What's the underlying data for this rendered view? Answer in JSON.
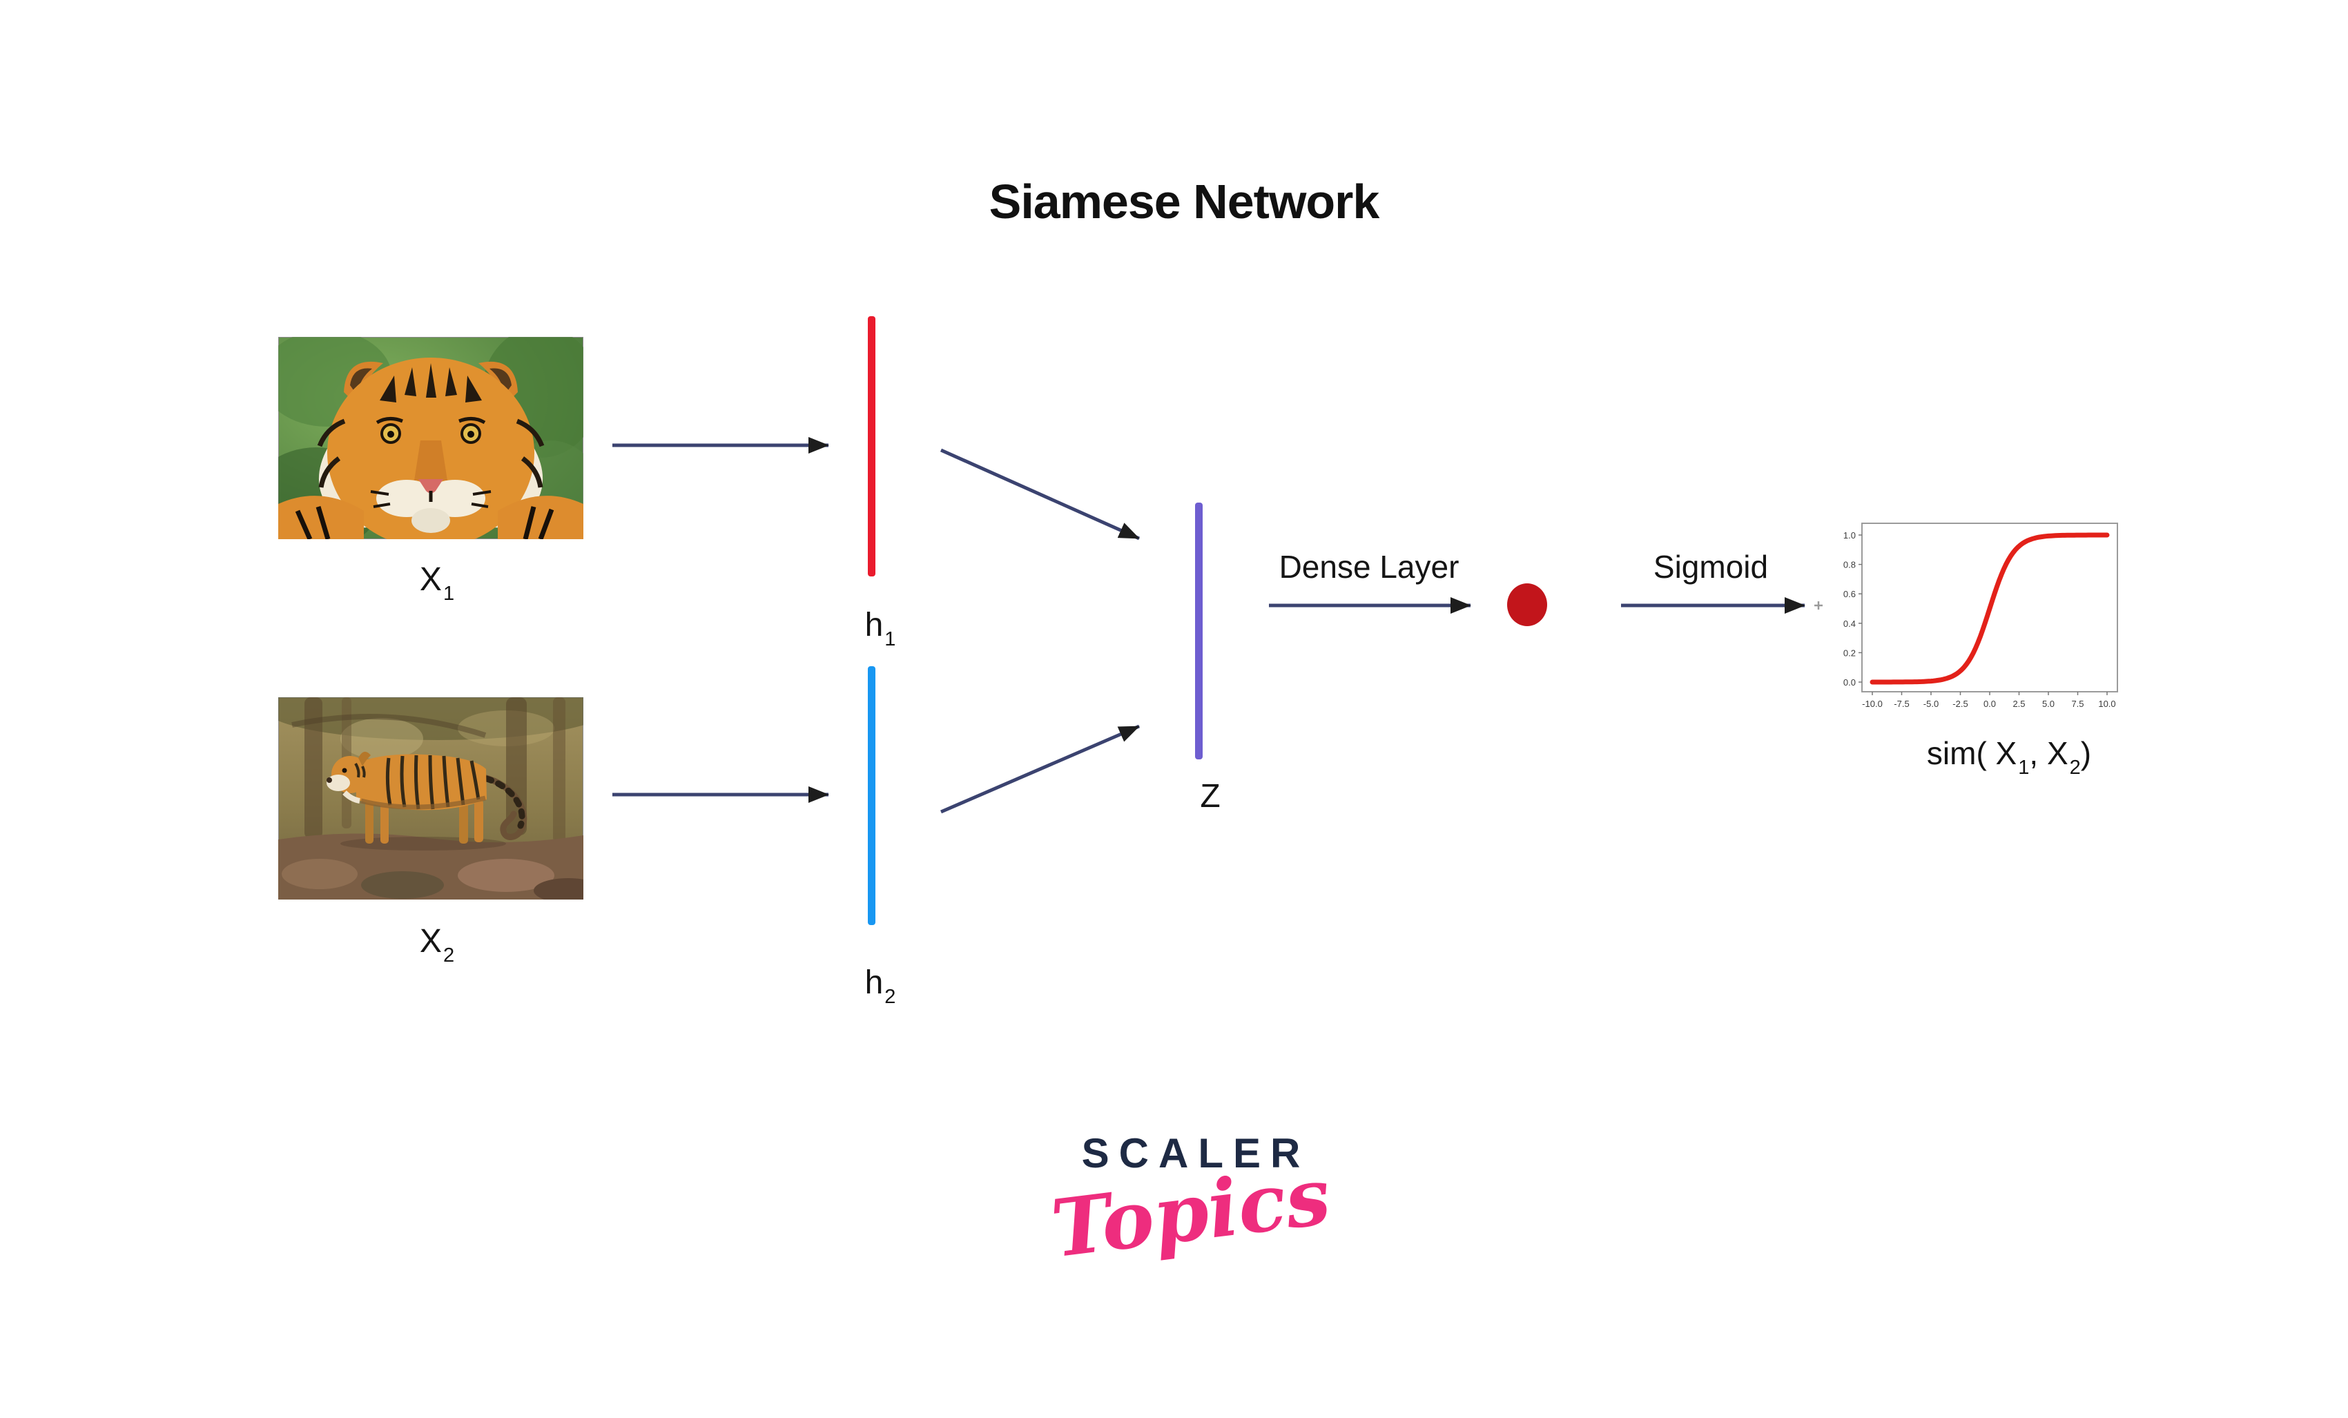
{
  "title": "Siamese Network",
  "inputs": [
    {
      "base": "X",
      "sub": "1"
    },
    {
      "base": "X",
      "sub": "2"
    }
  ],
  "encoders": [
    {
      "base": "h",
      "sub": "1"
    },
    {
      "base": "h",
      "sub": "2"
    }
  ],
  "merge": {
    "label": "Z"
  },
  "dense": {
    "label": "Dense Layer"
  },
  "sigmoid": {
    "label": "Sigmoid"
  },
  "output": {
    "prefix": "sim( ",
    "x1": "X",
    "sub1": "1",
    "comma": ", ",
    "x2": "X",
    "sub2": "2",
    "close": ")"
  },
  "logo": {
    "brand": "SCALER",
    "product": "Topics"
  },
  "colors": {
    "h1_bar": "#ea1b2d",
    "h2_bar": "#1897f2",
    "z_bar": "#6e5ed0",
    "dense_node": "#c2151b",
    "arrow_line": "#3b4370",
    "arrow_head": "#1d1d1d",
    "logo_brand": "#1e2a44",
    "logo_product": "#ee2d7e"
  },
  "chart_data": {
    "type": "line",
    "title": "",
    "xlabel": "",
    "ylabel": "",
    "xlim": [
      -10,
      10
    ],
    "ylim": [
      0,
      1
    ],
    "x_ticks": [
      -10.0,
      -7.5,
      -5.0,
      -2.5,
      0.0,
      2.5,
      5.0,
      7.5,
      10.0
    ],
    "y_ticks": [
      0.0,
      0.2,
      0.4,
      0.6,
      0.8,
      1.0
    ],
    "grid": false,
    "legend": false,
    "series": [
      {
        "name": "sigmoid",
        "formula": "y = 1 / (1 + exp(-x))",
        "color": "#e32119",
        "sample_points": [
          [
            -10,
            0.0
          ],
          [
            -7.5,
            0.001
          ],
          [
            -5,
            0.007
          ],
          [
            -2.5,
            0.08
          ],
          [
            0,
            0.5
          ],
          [
            2.5,
            0.92
          ],
          [
            5,
            0.993
          ],
          [
            7.5,
            0.999
          ],
          [
            10,
            1.0
          ]
        ]
      }
    ]
  }
}
